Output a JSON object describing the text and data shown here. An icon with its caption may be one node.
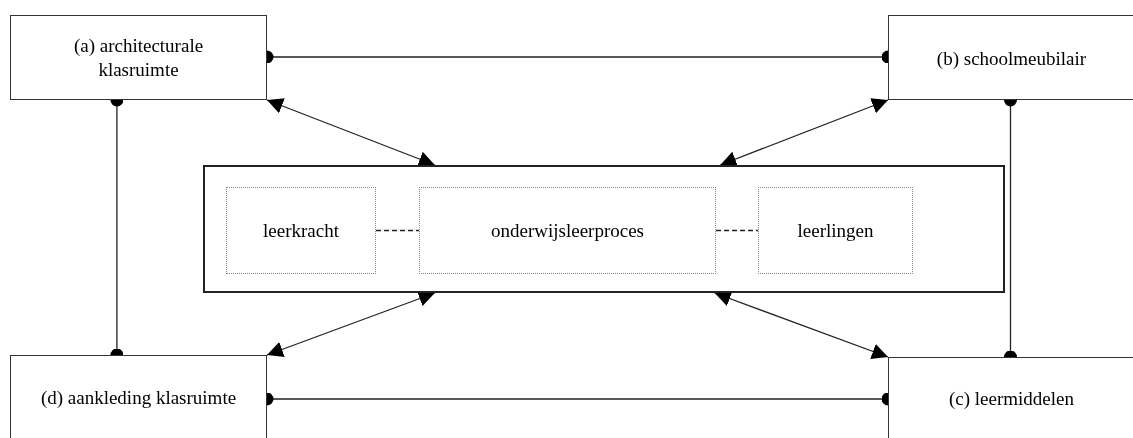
{
  "diagram": {
    "nodes": [
      {
        "text": [
          "(a) architecturale klasruimte"
        ]
      },
      {
        "text": [
          "(b) schoolmeubilair"
        ]
      },
      {
        "text": [],
        "shape": "box"
      },
      {
        "text": [
          "leerkracht"
        ],
        "in": 2
      },
      {
        "text": [
          "onderwijsleerproces"
        ],
        "in": 2
      },
      {
        "text": [
          "leerlingen"
        ],
        "in": 2
      },
      {
        "text": [
          "(d) aankleding klasruimte"
        ]
      },
      {
        "text": [
          "(c) leermiddelen"
        ]
      }
    ],
    "edges": [
      {
        "from": 0,
        "to": 1,
        "arrow": "other"
      },
      {
        "from": 0,
        "to": 6,
        "arrow": "other"
      },
      {
        "from": 1,
        "to": 7,
        "arrow": "other"
      },
      {
        "from": 6,
        "to": 7,
        "arrow": "other"
      },
      {
        "from": 0,
        "to": 2,
        "arrow": "both"
      },
      {
        "from": 1,
        "to": 2,
        "arrow": "both"
      },
      {
        "from": 2,
        "to": 6,
        "arrow": "both"
      },
      {
        "from": 2,
        "to": 7,
        "arrow": "both"
      },
      {
        "from": 3,
        "to": 4,
        "arrow": "none",
        "style": "dashed"
      },
      {
        "from": 4,
        "to": 5,
        "arrow": "none",
        "style": "dashed"
      }
    ]
  }
}
